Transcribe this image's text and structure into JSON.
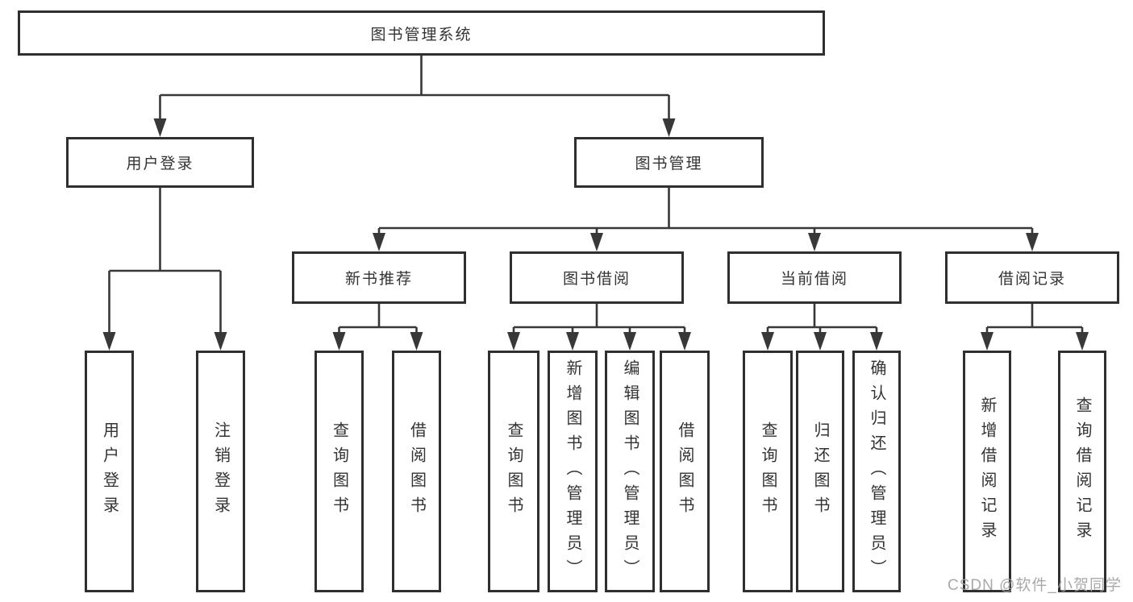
{
  "diagram": {
    "title": "图书管理系统",
    "modules": [
      {
        "label": "用户登录",
        "features": [
          "用户登录",
          "注销登录"
        ]
      },
      {
        "label": "图书管理",
        "submodules": [
          {
            "label": "新书推荐",
            "features": [
              "查询图书",
              "借阅图书"
            ]
          },
          {
            "label": "图书借阅",
            "features": [
              "查询图书",
              "新增图书（管理员）",
              "编辑图书（管理员）",
              "借阅图书"
            ]
          },
          {
            "label": "当前借阅",
            "features": [
              "查询图书",
              "归还图书",
              "确认归还（管理员）"
            ]
          },
          {
            "label": "借阅记录",
            "features": [
              "新增借阅记录",
              "查询借阅记录"
            ]
          }
        ]
      }
    ]
  },
  "watermark": "CSDN @软件_小贺同学",
  "colors": {
    "box_border": "#2f2f2f",
    "connector_line": "#383838",
    "text": "#333333",
    "background": "#ffffff",
    "watermark_text": "#a0a0a0"
  }
}
